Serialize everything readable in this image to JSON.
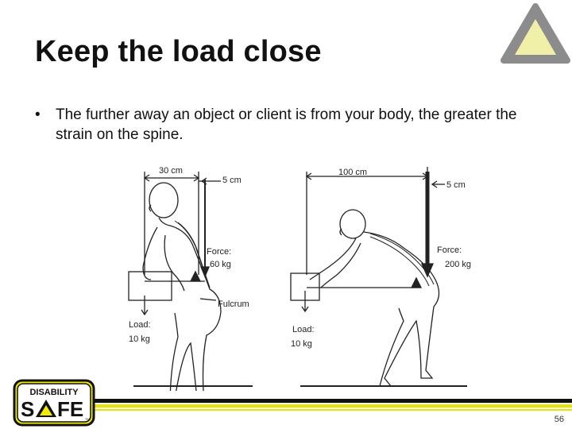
{
  "slide": {
    "title": "Keep the load close",
    "bullet": "The further away an object or client is from your body, the greater the strain on the spine.",
    "page_number": "56"
  },
  "figure": {
    "left": {
      "distance_label": "30 cm",
      "spine_label": "5 cm",
      "force_label": "Force:",
      "force_value": "60 kg",
      "fulcrum_label": "Fulcrum",
      "load_label": "Load:",
      "load_value": "10 kg"
    },
    "right": {
      "distance_label": "100 cm",
      "spine_label": "5 cm",
      "force_label": "Force:",
      "force_value": "200 kg",
      "load_label": "Load:",
      "load_value": "10 kg"
    }
  },
  "logo": {
    "line1": "DISABILITY",
    "line2_a": "S",
    "line2_b": "FE",
    "tm": "TM"
  },
  "colors": {
    "accent_yellow": "#e8e400",
    "logo_yellow": "#f2ea00",
    "dark": "#111111"
  }
}
